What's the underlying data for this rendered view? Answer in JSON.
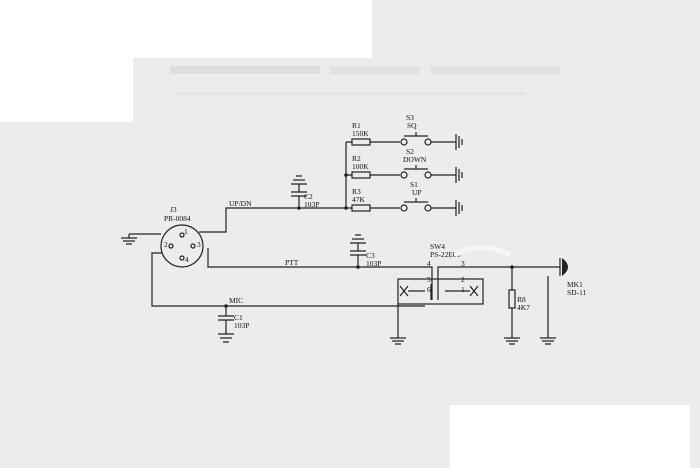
{
  "colors": {
    "background": "#ececec",
    "wire": "#222222",
    "panel": "#ffffff"
  },
  "components": {
    "j3": {
      "ref": "J3",
      "value": "PR-0084"
    },
    "c1": {
      "ref": "C1",
      "value": "103P"
    },
    "c2": {
      "ref": "C2",
      "value": "103P"
    },
    "c3": {
      "ref": "C3",
      "value": "103P"
    },
    "r1": {
      "ref": "R1",
      "value": "150K"
    },
    "r2": {
      "ref": "R2",
      "value": "100K"
    },
    "r3": {
      "ref": "R3",
      "value": "47K"
    },
    "r8": {
      "ref": "R8",
      "value": "4K7"
    },
    "s1": {
      "ref": "S1",
      "value": "UP"
    },
    "s2": {
      "ref": "S2",
      "value": "DOWN"
    },
    "s3": {
      "ref": "S3",
      "value": "SQ"
    },
    "sw4": {
      "ref": "SW4",
      "value": "PS-22E03",
      "pins": [
        "4",
        "3",
        "5",
        "2",
        "6",
        "1"
      ]
    },
    "mk1": {
      "ref": "MK1",
      "value": "SD-11"
    }
  },
  "nets": {
    "updn": "UP/DN",
    "ptt": "PTT",
    "mic": "MIC"
  },
  "connector_pins": [
    "2",
    "3",
    "1",
    "4"
  ]
}
